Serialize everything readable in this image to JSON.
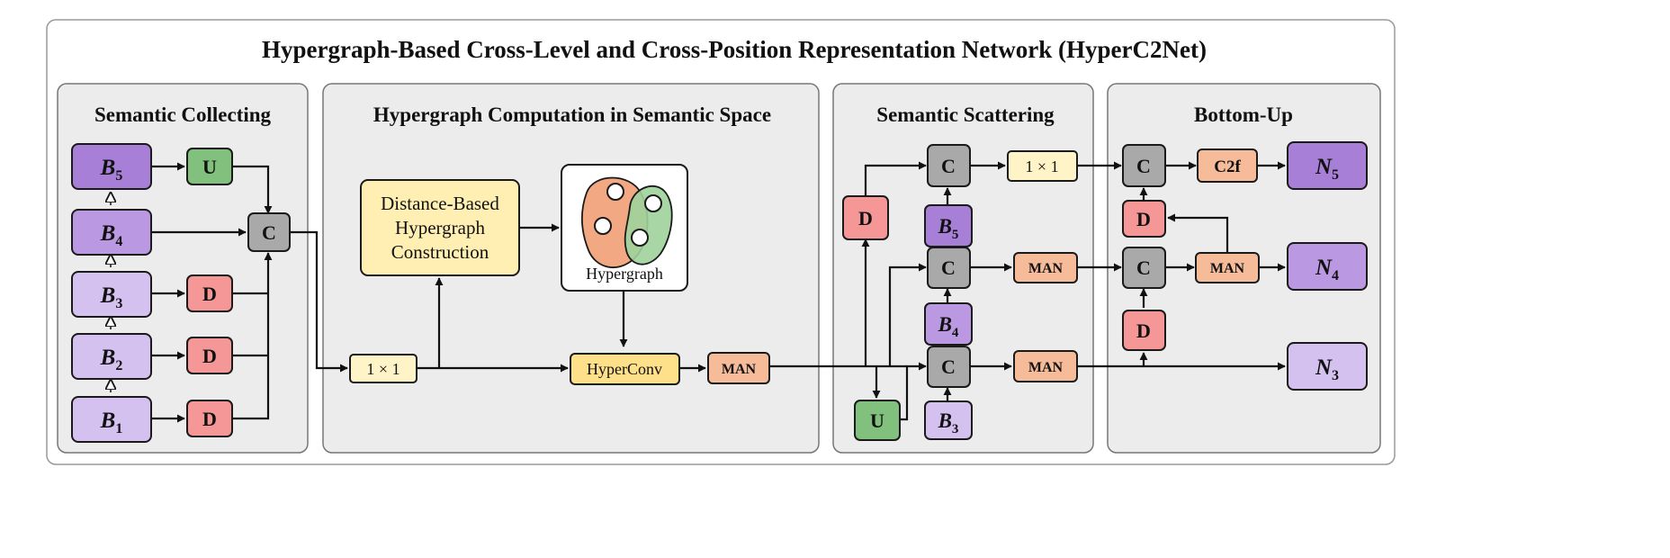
{
  "title": "Hypergraph-Based Cross-Level and Cross-Position Representation Network (HyperC2Net)",
  "colors": {
    "dark_purple": "#a77fd6",
    "mid_purple": "#bb99e2",
    "light_purple": "#d5c1ef",
    "green": "#82c07e",
    "gray": "#a9a9a9",
    "red": "#f59797",
    "cream": "#fff3c8",
    "yellow": "#ffe08a",
    "orange": "#f6bb98",
    "panel": "#ececec",
    "stroke": "#1a1a1a"
  },
  "panels": [
    {
      "id": "semantic-collecting",
      "label": "Semantic Collecting"
    },
    {
      "id": "hypergraph-computation",
      "label": "Hypergraph Computation in Semantic Space"
    },
    {
      "id": "semantic-scattering",
      "label": "Semantic Scattering"
    },
    {
      "id": "bottom-up",
      "label": "Bottom-Up"
    }
  ],
  "labels": {
    "B": "B",
    "N": "N",
    "U": "U",
    "C": "C",
    "D": "D",
    "conv1x1": "1 × 1",
    "MAN": "MAN",
    "C2f": "C2f",
    "HyperConv": "HyperConv",
    "hypergraph": "Hypergraph",
    "distance_lines": [
      "Distance-Based",
      "Hypergraph",
      "Construction"
    ]
  },
  "backbone": [
    "5",
    "4",
    "3",
    "2",
    "1"
  ],
  "scatter_inputs": [
    "5",
    "4",
    "3"
  ],
  "outputs": [
    "5",
    "4",
    "3"
  ]
}
